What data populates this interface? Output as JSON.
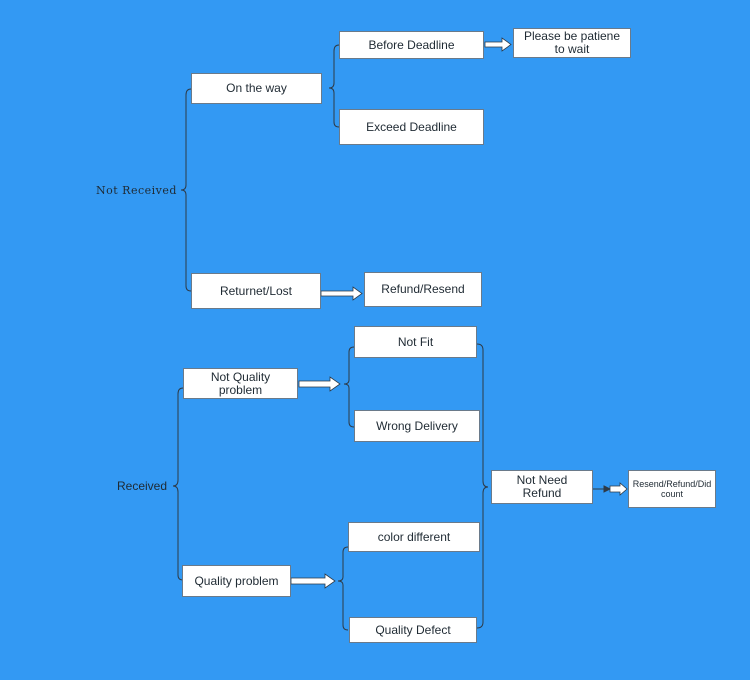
{
  "colors": {
    "background": "#3399f3",
    "node_fill": "#ffffff",
    "connector": "#2e3a46",
    "arrow_fill": "#ffffff"
  },
  "roots": {
    "not_received": "Not Received",
    "received": "Received"
  },
  "nodes": {
    "on_the_way": "On the way",
    "before_deadline": "Before Deadline",
    "please_wait": "Please be patiene\nto wait",
    "exceed_deadline": "Exceed Deadline",
    "returned_lost": "Returnet/Lost",
    "refund_resend": "Refund/Resend",
    "not_quality_problem": "Not Quality\nproblem",
    "not_fit": "Not Fit",
    "wrong_delivery": "Wrong Delivery",
    "quality_problem": "Quality problem",
    "color_different": "color different",
    "quality_defect": "Quality Defect",
    "not_need_refund": "Not Need\nRefund",
    "resend_refund_discount": "Resend/Refund/Did\ncount"
  }
}
